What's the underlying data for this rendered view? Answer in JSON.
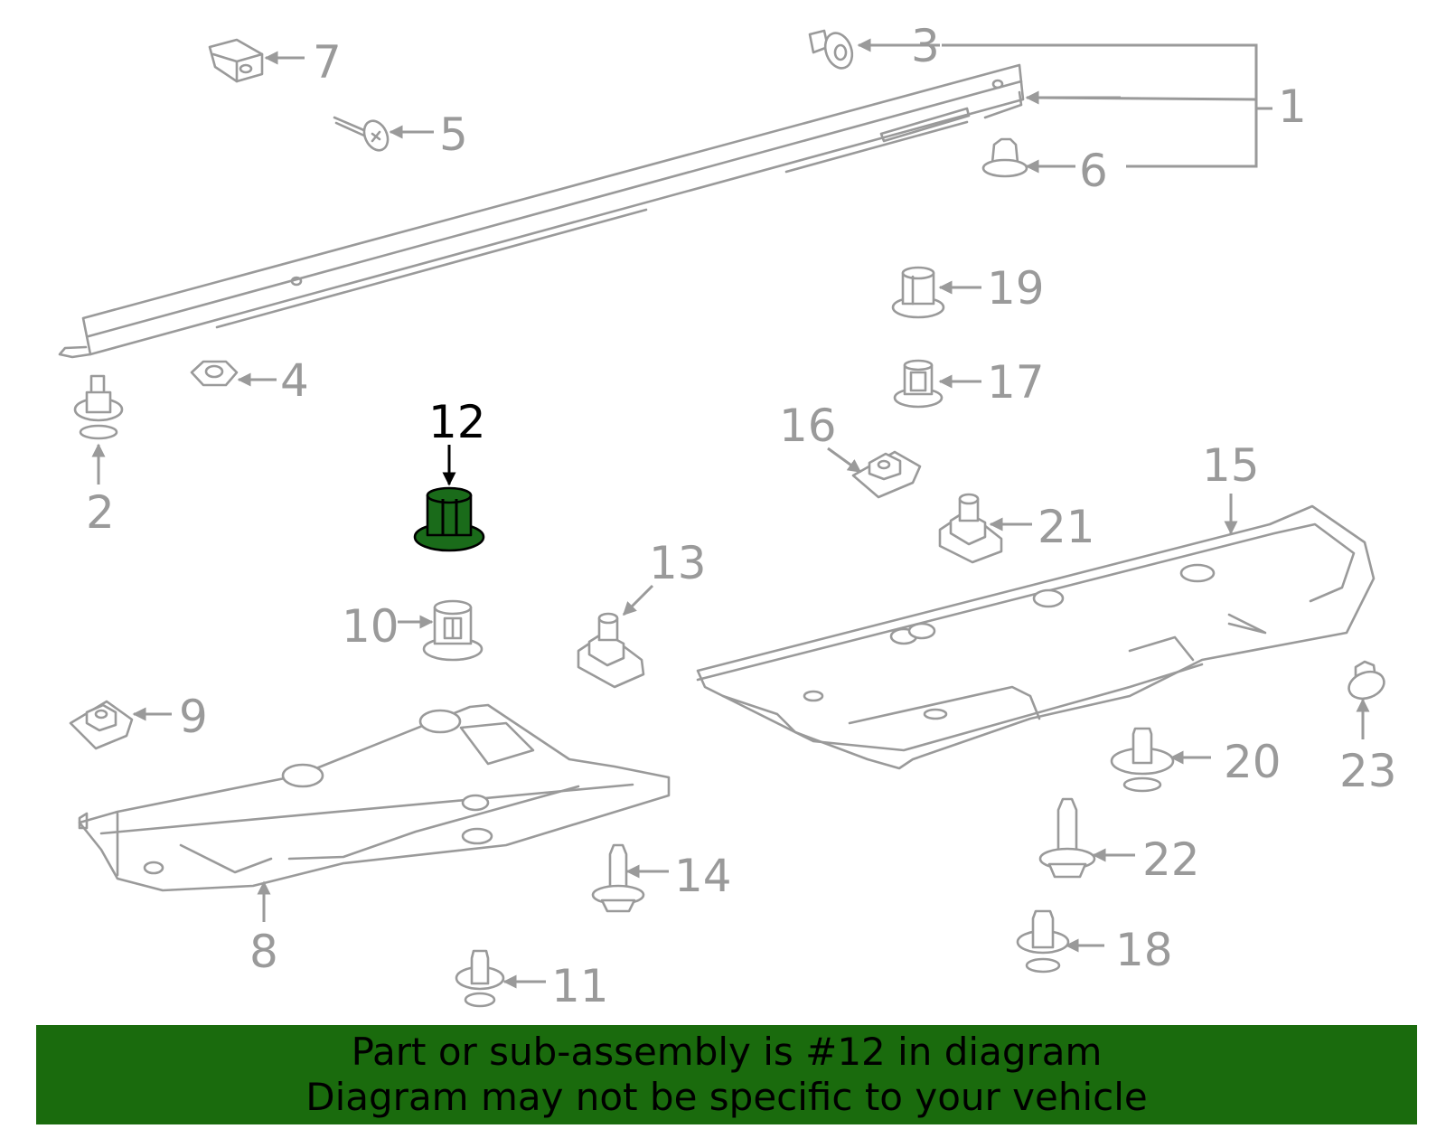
{
  "callouts": {
    "c1": "1",
    "c2": "2",
    "c3": "3",
    "c4": "4",
    "c5": "5",
    "c6": "6",
    "c7": "7",
    "c8": "8",
    "c9": "9",
    "c10": "10",
    "c11": "11",
    "c12": "12",
    "c13": "13",
    "c14": "14",
    "c15": "15",
    "c16": "16",
    "c17": "17",
    "c18": "18",
    "c19": "19",
    "c20": "20",
    "c21": "21",
    "c22": "22",
    "c23": "23"
  },
  "selected_part": "12",
  "banner": {
    "line1": "Part or sub-assembly is #12 in diagram",
    "line2": "Diagram may not be specific to your vehicle"
  },
  "colors": {
    "banner_bg": "#1a6b0d",
    "highlight": "#1a6b1a",
    "part_stroke": "#9a9a9a"
  }
}
